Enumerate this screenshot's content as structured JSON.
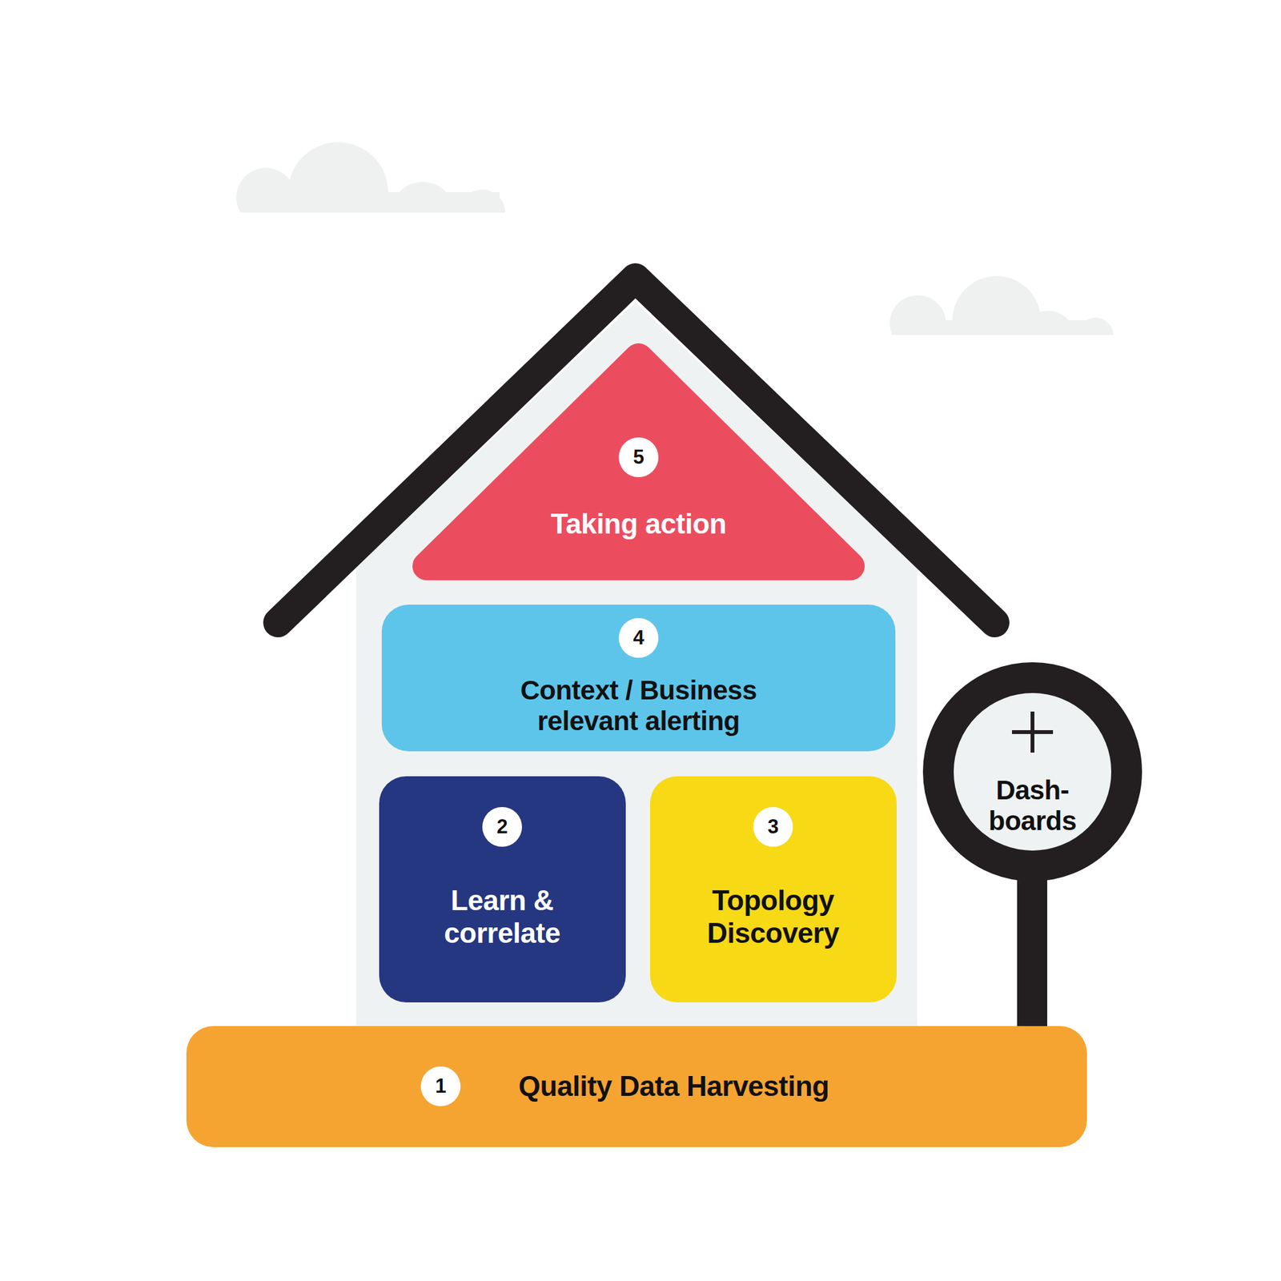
{
  "diagram": {
    "nodes": [
      {
        "text": [
          "5",
          "Taking action"
        ]
      },
      {
        "text": [
          "4",
          "Context / Business relevant alerting"
        ]
      },
      {
        "text": [
          "2",
          "Learn & correlate"
        ]
      },
      {
        "text": [
          "3",
          "Topology Discovery"
        ]
      },
      {
        "text": [
          "Dash- boards"
        ]
      },
      {
        "text": [
          "1",
          "Quality Data Harvesting"
        ]
      }
    ]
  }
}
